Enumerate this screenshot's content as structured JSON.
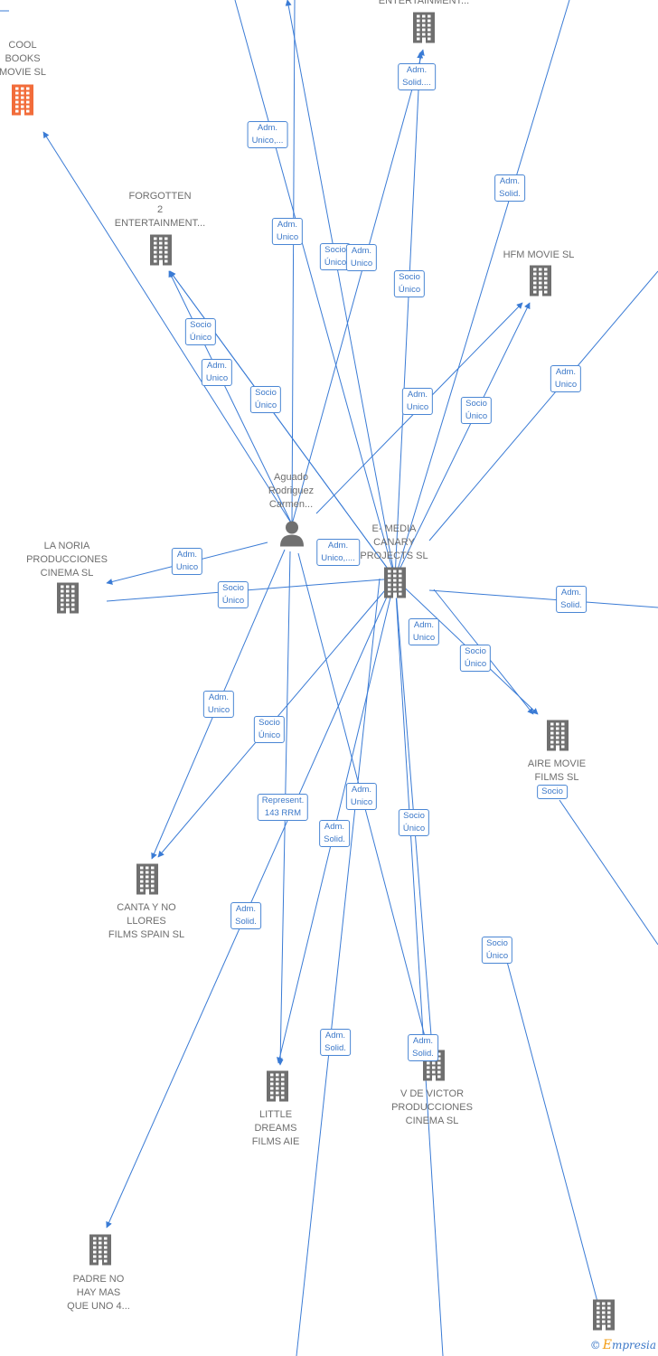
{
  "colors": {
    "edge": "#3a7bd5",
    "building": "#6f6f6f",
    "building_highlight": "#f26c3a",
    "person": "#707070",
    "label": "#6e6e6e"
  },
  "nodes": [
    {
      "id": "cool",
      "label": "COOL\nBOOKS\nMOVIE  SL",
      "icon": "building-icon",
      "highlight": true
    },
    {
      "id": "top_ent",
      "label": "ENTERTAINMENT...",
      "icon": "building-icon"
    },
    {
      "id": "forgotten",
      "label": "FORGOTTEN\n2\nENTERTAINMENT...",
      "icon": "building-icon"
    },
    {
      "id": "hfm",
      "label": "HFM MOVIE  SL",
      "icon": "building-icon"
    },
    {
      "id": "aguado",
      "label": "Aguado\nRodriguez\nCarmen...",
      "icon": "person-icon"
    },
    {
      "id": "emedia",
      "label": "E- MEDIA\nCANARY\nPROJECTS  SL",
      "icon": "building-icon"
    },
    {
      "id": "noria",
      "label": "LA NORIA\nPRODUCCIONES\nCINEMA  SL",
      "icon": "building-icon"
    },
    {
      "id": "aire",
      "label": "AIRE MOVIE\nFILMS  SL",
      "icon": "building-icon"
    },
    {
      "id": "canta",
      "label": "CANTA Y NO\nLLORES\nFILMS SPAIN  SL",
      "icon": "building-icon"
    },
    {
      "id": "little",
      "label": "LITTLE\nDREAMS\nFILMS  AIE",
      "icon": "building-icon"
    },
    {
      "id": "victor",
      "label": "V DE VICTOR\nPRODUCCIONES\nCINEMA  SL",
      "icon": "building-icon"
    },
    {
      "id": "padre",
      "label": "PADRE NO\nHAY MAS\nQUE UNO 4...",
      "icon": "building-icon"
    },
    {
      "id": "br",
      "label": "",
      "icon": "building-icon"
    }
  ],
  "edge_labels": [
    {
      "id": "el1",
      "text": "Adm.\nSolid...."
    },
    {
      "id": "el2",
      "text": "Adm.\nUnico,..."
    },
    {
      "id": "el3",
      "text": "Adm.\nSolid."
    },
    {
      "id": "el4",
      "text": "Adm.\nUnico"
    },
    {
      "id": "el5",
      "text": "Socio\nÚnico"
    },
    {
      "id": "el6",
      "text": "Adm.\nUnico"
    },
    {
      "id": "el7",
      "text": "Socio\nÚnico"
    },
    {
      "id": "el8",
      "text": "Socio\nÚnico"
    },
    {
      "id": "el9",
      "text": "Adm.\nUnico"
    },
    {
      "id": "el10",
      "text": "Socio\nÚnico"
    },
    {
      "id": "el11",
      "text": "Adm.\nUnico"
    },
    {
      "id": "el12",
      "text": "Socio\nÚnico"
    },
    {
      "id": "el13",
      "text": "Adm.\nUnico"
    },
    {
      "id": "el14",
      "text": "Adm.\nUnico"
    },
    {
      "id": "el15",
      "text": "Adm.\nUnico,...."
    },
    {
      "id": "el16",
      "text": "Socio\nÚnico"
    },
    {
      "id": "el17",
      "text": "Adm.\nSolid."
    },
    {
      "id": "el18",
      "text": "Adm.\nUnico"
    },
    {
      "id": "el19",
      "text": "Socio\nÚnico"
    },
    {
      "id": "el20",
      "text": "Adm.\nUnico"
    },
    {
      "id": "el21",
      "text": "Socio\nÚnico"
    },
    {
      "id": "el22",
      "text": "Socio"
    },
    {
      "id": "el23",
      "text": "Represent.\n143 RRM"
    },
    {
      "id": "el24",
      "text": "Adm.\nUnico"
    },
    {
      "id": "el25",
      "text": "Adm.\nSolid."
    },
    {
      "id": "el26",
      "text": "Socio\nÚnico"
    },
    {
      "id": "el27",
      "text": "Adm.\nSolid."
    },
    {
      "id": "el28",
      "text": "Socio\nÚnico"
    },
    {
      "id": "el29",
      "text": "Adm.\nSolid."
    },
    {
      "id": "el30",
      "text": "Adm.\nSolid."
    }
  ],
  "footer": {
    "copyright": "©",
    "brand_initial": "E",
    "brand_rest": "mpresia"
  }
}
